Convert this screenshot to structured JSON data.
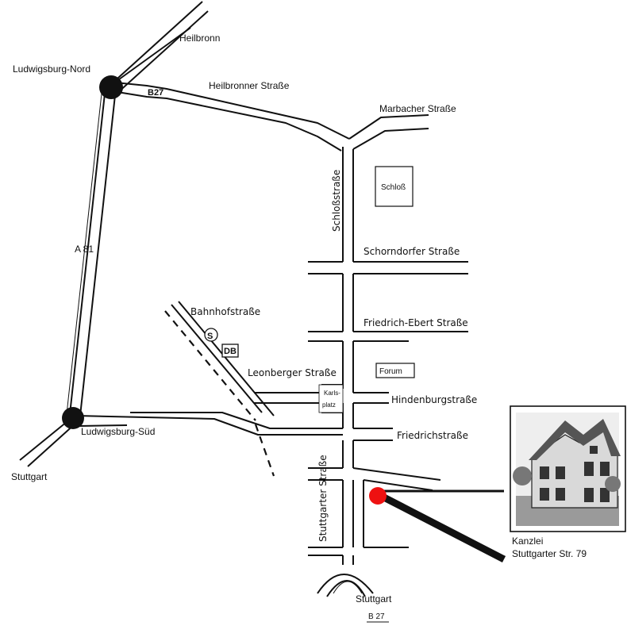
{
  "map": {
    "places": {
      "heilbronn": "Heilbronn",
      "ludwigsburg_nord": "Ludwigsburg-Nord",
      "ludwigsburg_sued": "Ludwigsburg-Süd",
      "stuttgart_west": "Stuttgart",
      "stuttgart_south": "Stuttgart"
    },
    "roads": {
      "b27_top": "B27",
      "b27_bottom": "B 27",
      "a81": "A 81",
      "heilbronner": "Heilbronner Straße",
      "marbacher": "Marbacher Straße",
      "schlossstrasse": "Schloßstraße",
      "schorndorfer": "Schorndorfer Straße",
      "friedrich_ebert": "Friedrich-Ebert Straße",
      "bahnhofstrasse": "Bahnhofstraße",
      "leonberger": "Leonberger Straße",
      "hindenburg": "Hindenburgstraße",
      "friedrichstrasse": "Friedrichstraße",
      "stuttgarter": "Stuttgarter Straße"
    },
    "landmarks": {
      "schloss": "Schloß",
      "forum": "Forum",
      "karlsplatz_line1": "Karls-",
      "karlsplatz_line2": "platz"
    },
    "office": {
      "name": "Kanzlei",
      "address": "Stuttgarter Str. 79",
      "marker_color": "#ee1111",
      "image_label": "Kanzlei building illustration"
    },
    "icons": {
      "rail_symbol": "s-bahn-icon",
      "db_symbol": "db-icon"
    }
  }
}
